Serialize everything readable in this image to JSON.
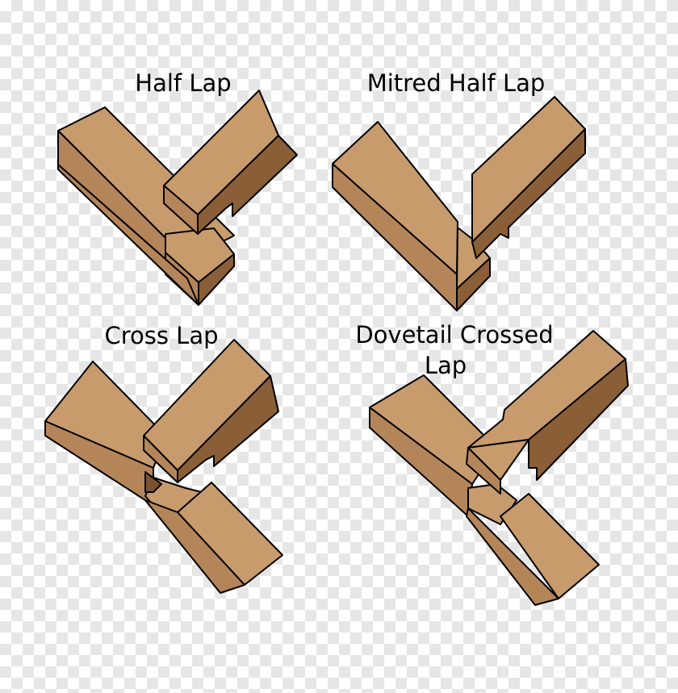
{
  "diagram": {
    "panels": [
      {
        "id": "half-lap",
        "title": "Half Lap"
      },
      {
        "id": "mitred-half-lap",
        "title": "Mitred Half Lap"
      },
      {
        "id": "cross-lap",
        "title": "Cross Lap"
      },
      {
        "id": "dovetail-crossed-lap",
        "title_line1": "Dovetail Crossed",
        "title_line2": "Lap"
      }
    ],
    "colors": {
      "top": "#c89b6d",
      "face": "#b5855a",
      "side": "#8a5e36",
      "outline": "#000000"
    }
  }
}
